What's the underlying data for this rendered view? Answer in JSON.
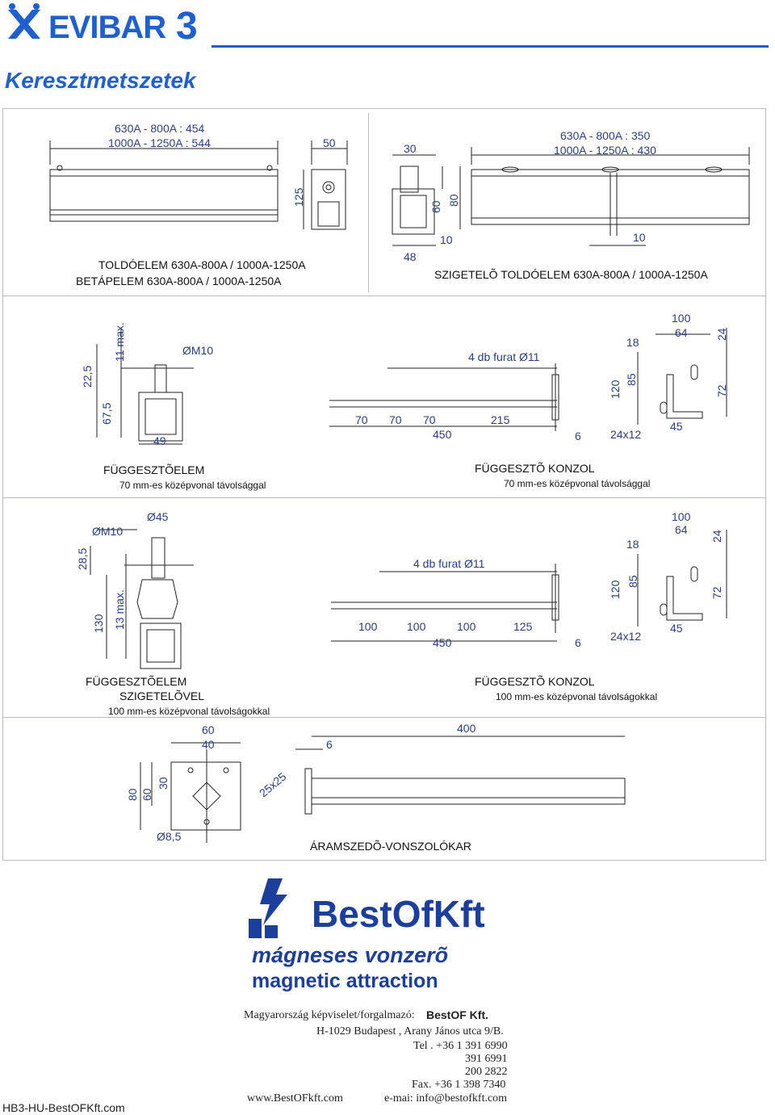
{
  "header": {
    "brand": "EVIBAR",
    "brand_number": "3",
    "page_title": "Keresztmetszetek",
    "accent_color": "#1f5fd0"
  },
  "section1": {
    "left_dims": {
      "line1": "630A - 800A : 454",
      "line2": "1000A - 1250A : 544",
      "d50": "50",
      "d125": "125"
    },
    "mid_dims": {
      "d30": "30",
      "d60": "60",
      "d80": "80",
      "d10": "10",
      "d48": "48"
    },
    "right_dims": {
      "line1": "630A - 800A : 350",
      "line2": "1000A - 1250A : 430",
      "d10": "10"
    },
    "caption_left_1": "TOLDÓELEM 630A-800A / 1000A-1250A",
    "caption_left_2": "BETÁPELEM 630A-800A / 1000A-1250A",
    "caption_right": "SZIGETELÕ TOLDÓELEM 630A-800A / 1000A-1250A"
  },
  "section2": {
    "hanger": {
      "d22_5": "22,5",
      "d11max": "11 max.",
      "m10": "ØM10",
      "d67_5": "67,5",
      "d49": "49",
      "title": "FÜGGESZTÕELEM",
      "subtitle": "70 mm-es középvonal távolsággal"
    },
    "bracket": {
      "holes": "4 db furat Ø11",
      "d70a": "70",
      "d70b": "70",
      "d70c": "70",
      "d215": "215",
      "d450": "450",
      "d6": "6",
      "d100": "100",
      "d64": "64",
      "d18": "18",
      "d24": "24",
      "d120": "120",
      "d85": "85",
      "d72": "72",
      "d24x12": "24x12",
      "d45": "45",
      "title": "FÜGGESZTÕ KONZOL",
      "subtitle": "70 mm-es középvonal távolsággal"
    }
  },
  "section3": {
    "hanger": {
      "m10": "ØM10",
      "d45": "Ø45",
      "d28_5": "28,5",
      "d130": "130",
      "d13max": "13 max.",
      "title1": "FÜGGESZTÕELEM",
      "title2": "SZIGETELÕVEL",
      "subtitle": "100 mm-es középvonal távolságokkal"
    },
    "bracket": {
      "holes": "4 db furat Ø11",
      "d100a": "100",
      "d100b": "100",
      "d100c": "100",
      "d125": "125",
      "d450": "450",
      "d6": "6",
      "d100": "100",
      "d64": "64",
      "d18": "18",
      "d24": "24",
      "d120": "120",
      "d85": "85",
      "d72": "72",
      "d24x12": "24x12",
      "d45": "45",
      "title": "FÜGGESZTÕ KONZOL",
      "subtitle": "100 mm-es középvonal távolságokkal"
    }
  },
  "section4": {
    "plate": {
      "d60": "60",
      "d40": "40",
      "d80": "80",
      "d60v": "60",
      "d30": "30",
      "d25x25": "25x25",
      "d8_5": "Ø8,5"
    },
    "arm": {
      "d6": "6",
      "d400": "400",
      "title": "ÁRAMSZEDÕ-VONSZOLÓKAR"
    }
  },
  "footer": {
    "logo_text": "BestOfKft",
    "slogan_hu": "mágneses vonzerõ",
    "slogan_en": "magnetic attraction",
    "dist_label": "Magyarország képviselet/forgalmazó:",
    "dist_name": "BestOF Kft.",
    "address": "H-1029 Budapest , Arany János utca 9/B.",
    "tel_label": "Tel . +36 1 391 6990",
    "tel2": "391 6991",
    "tel3": "200 2822",
    "fax": "Fax. +36 1 398 7340",
    "web": "www.BestOFkft.com",
    "email": "e-mai: info@bestofkft.com",
    "doc_code": "HB3-HU-BestOFKft.com",
    "logo_color": "#1c3f9e"
  }
}
